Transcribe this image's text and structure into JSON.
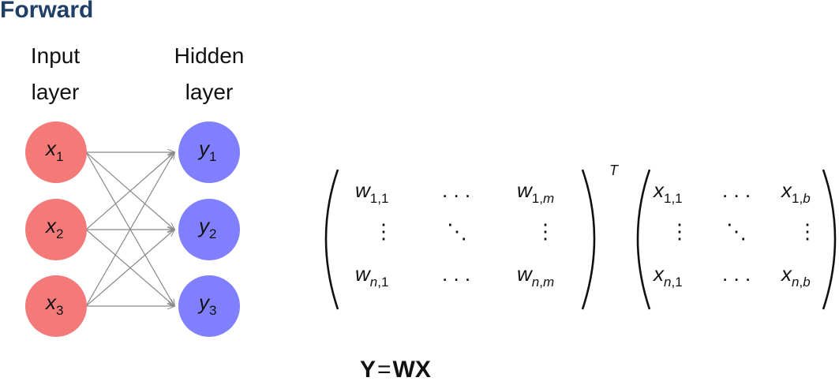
{
  "title": "Forward",
  "layers": {
    "input_label_line1": "Input",
    "input_label_line2": "layer",
    "hidden_label_line1": "Hidden",
    "hidden_label_line2": "layer"
  },
  "input_nodes": [
    {
      "var": "x",
      "sub": "1"
    },
    {
      "var": "x",
      "sub": "2"
    },
    {
      "var": "x",
      "sub": "3"
    }
  ],
  "hidden_nodes": [
    {
      "var": "y",
      "sub": "1"
    },
    {
      "var": "y",
      "sub": "2"
    },
    {
      "var": "y",
      "sub": "3"
    }
  ],
  "colors": {
    "title": "#1f3f66",
    "input_node": "#f47a7a",
    "hidden_node": "#8080ff",
    "edge": "#888888"
  },
  "weight_matrix": {
    "superscript": "T",
    "top_left": {
      "var": "w",
      "sub": "1,1"
    },
    "top_right": {
      "var": "w",
      "sub": "1,",
      "sub_italic": "m"
    },
    "bottom_left": {
      "var": "w",
      "sub_italic": "n",
      "sub": ",1"
    },
    "bottom_right": {
      "var": "w",
      "sub_italic": "n",
      "sub": ",",
      "sub_italic2": "m"
    }
  },
  "input_matrix": {
    "top_left": {
      "var": "x",
      "sub": "1,1"
    },
    "top_right": {
      "var": "x",
      "sub": "1,",
      "sub_italic": "b"
    },
    "bottom_left": {
      "var": "x",
      "sub_italic": "n",
      "sub": ",1"
    },
    "bottom_right": {
      "var": "x",
      "sub_italic": "n",
      "sub": ",",
      "sub_italic2": "b"
    }
  },
  "equation": {
    "lhs": "Y",
    "op": "=",
    "rhs": "WX"
  }
}
